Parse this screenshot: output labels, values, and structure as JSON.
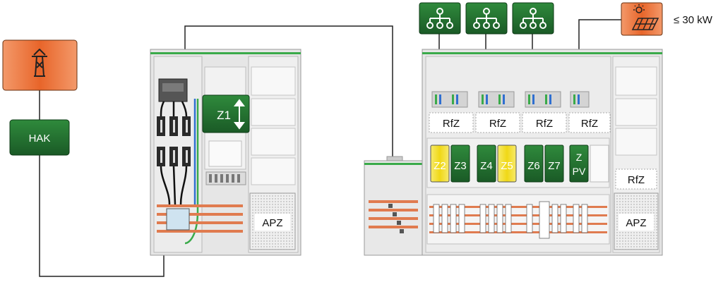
{
  "colors": {
    "green_dark": "#1f6b2e",
    "green_light": "#3a9a4a",
    "orange": "#f07c3a",
    "yellow": "#f3df1a",
    "cabinet": "#e9e9e9",
    "copper": "#e07b4f"
  },
  "labels": {
    "hak": "HAK",
    "z1": "Z1",
    "rfz": "RfZ",
    "apz": "APZ",
    "power_limit": "≤ 30 kW",
    "z_pv_top": "Z",
    "z_pv_bottom": "PV"
  },
  "meters": [
    {
      "label": "Z2",
      "color": "#f3df1a"
    },
    {
      "label": "Z3",
      "color": "#2f8a3c"
    },
    {
      "label": "Z4",
      "color": "#2f8a3c"
    },
    {
      "label": "Z5",
      "color": "#f3df1a"
    },
    {
      "label": "Z6",
      "color": "#2f8a3c"
    },
    {
      "label": "Z7",
      "color": "#2f8a3c"
    }
  ],
  "icons": {
    "grid": "power-pylon-icon",
    "distribution": "network-tree-icon",
    "pv": "solar-panel-icon"
  }
}
